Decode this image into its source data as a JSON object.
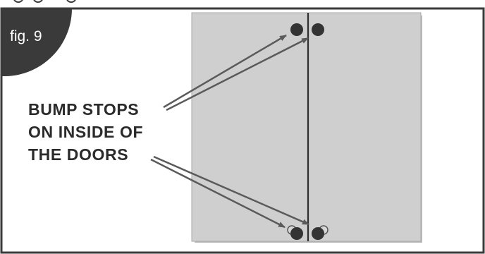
{
  "figure": {
    "label": "fig. 9",
    "callout_lines": [
      "BUMP STOPS",
      "ON INSIDE OF",
      "THE DOORS"
    ]
  },
  "colors": {
    "frame": "#3a3a3a",
    "door_face": "#cfcfcf",
    "door_edge": "#a9a9a9",
    "bump_stop": "#333333",
    "arrow": "#5a5a5a",
    "text": "#2b2b2b"
  }
}
